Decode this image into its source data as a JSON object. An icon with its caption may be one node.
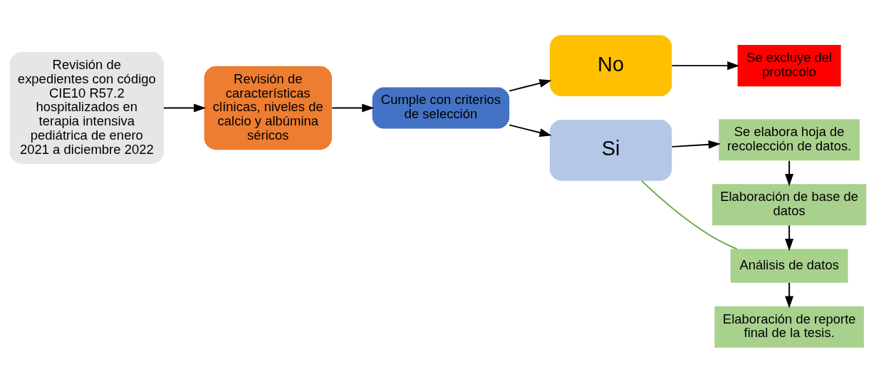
{
  "diagram": {
    "nodes": [
      {
        "text": [
          "Revisión de expedientes con código CIE10 R57.2 hospitalizados en terapia intensiva pediátrica de enero 2021 a diciembre 2022"
        ]
      },
      {
        "text": [
          "Revisión de características clínicas, niveles de calcio y albúmina séricos"
        ]
      },
      {
        "text": [
          "Cumple con criterios de selección"
        ]
      },
      {
        "text": [
          "No"
        ]
      },
      {
        "text": [
          "Si"
        ]
      },
      {
        "text": [
          "Se excluye del protocolo"
        ]
      },
      {
        "text": [
          "Se elabora hoja de recolección de datos."
        ]
      },
      {
        "text": [
          "Elaboración de base de datos"
        ]
      },
      {
        "text": [
          "Análisis de datos"
        ]
      },
      {
        "text": [
          "Elaboración de reporte final de la tesis."
        ]
      }
    ],
    "edges": [
      {
        "from": 0,
        "to": 1,
        "arrow": "to"
      },
      {
        "from": 1,
        "to": 2,
        "arrow": "to"
      },
      {
        "from": 2,
        "to": 3,
        "arrow": "to"
      },
      {
        "from": 2,
        "to": 4,
        "arrow": "to"
      },
      {
        "from": 3,
        "to": 5,
        "arrow": "to"
      },
      {
        "from": 4,
        "to": 6,
        "arrow": "to"
      },
      {
        "from": 6,
        "to": 7,
        "arrow": "to"
      },
      {
        "from": 7,
        "to": 8,
        "arrow": "to"
      },
      {
        "from": 8,
        "to": 9,
        "arrow": "to"
      },
      {
        "from": 4,
        "to": 8,
        "arrow": "none",
        "color": "#70ad47"
      }
    ]
  }
}
